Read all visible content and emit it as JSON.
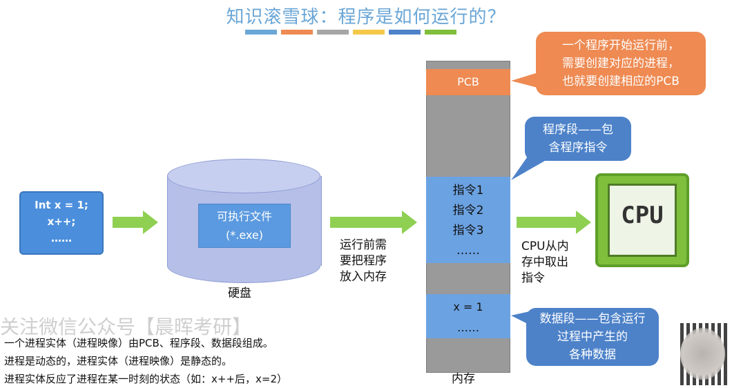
{
  "title": "知识滚雪球：程序是如何运行的？",
  "color_bars": [
    "#6aa6d6",
    "#ee8a52",
    "#a6a6a6",
    "#f5c84a",
    "#4d82c9",
    "#7fbf3c"
  ],
  "source_code": {
    "lines": [
      "Int x = 1;",
      "x++;",
      "……"
    ]
  },
  "disk": {
    "exe_lines": [
      "可执行文件",
      "(*.exe)"
    ],
    "label": "硬盘"
  },
  "load_label_lines": [
    "运行前需",
    "要把程序",
    "放入内存"
  ],
  "memory": {
    "pcb": "PCB",
    "code_lines": [
      "指令1",
      "指令2",
      "指令3",
      "……"
    ],
    "data_lines": [
      "x = 1",
      "……"
    ],
    "label": "内存"
  },
  "callouts": {
    "pcb_note_lines": [
      "一个程序开始运行前，",
      "需要创建对应的进程，",
      "也就要创建相应的PCB"
    ],
    "code_note_lines": [
      "程序段——包",
      "含程序指令"
    ],
    "data_note_lines": [
      "数据段——包含运行",
      "过程中产生的",
      "各种数据"
    ]
  },
  "cpu": {
    "text": "CPU",
    "fetch_label_lines": [
      "CPU从内",
      "存中取出",
      "指令"
    ]
  },
  "notes": [
    "一个进程实体（进程映像）由PCB、程序段、数据段组成。",
    "进程是动态的，进程实体（进程映像）是静态的。",
    "进程实体反应了进程在某一时刻的状态（如：x++后，x=2）"
  ],
  "watermark": "关注微信公众号【晨晖考研】"
}
